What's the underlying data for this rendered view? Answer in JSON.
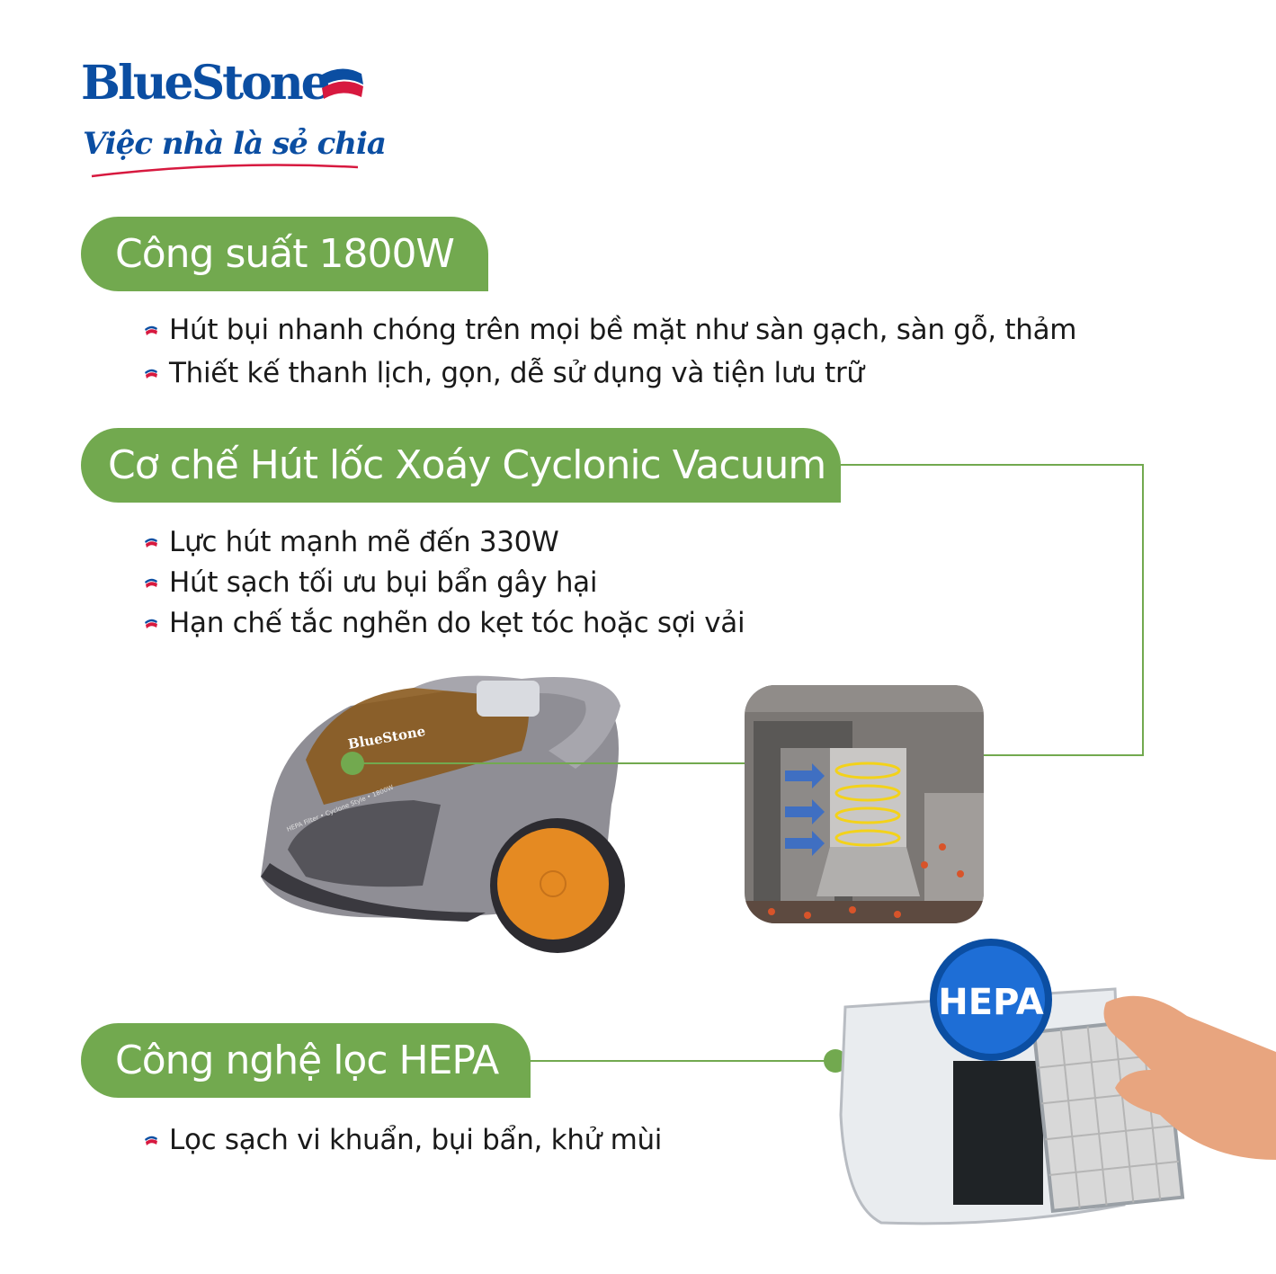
{
  "brand": {
    "name": "BlueStone",
    "slogan": "Việc nhà là sẻ chia",
    "colors": {
      "blue": "#0b4ea2",
      "red": "#d7193f",
      "green": "#72a94f"
    }
  },
  "sections": [
    {
      "title": "Công suất 1800W",
      "bullets": [
        "Hút bụi nhanh chóng trên mọi bề mặt như sàn gạch, sàn gỗ, thảm",
        "Thiết kế thanh lịch, gọn, dễ sử dụng và tiện lưu trữ"
      ]
    },
    {
      "title": "Cơ chế Hút lốc Xoáy Cyclonic Vacuum",
      "bullets": [
        "Lực hút mạnh mẽ đến 330W",
        "Hút sạch tối ưu bụi bẩn gây hại",
        "Hạn chế tắc nghẽn do kẹt tóc hoặc sợi vải"
      ]
    },
    {
      "title": "Công nghệ lọc HEPA",
      "bullets": [
        "Lọc sạch vi khuẩn, bụi bẩn, khử mùi"
      ]
    }
  ],
  "product": {
    "logo": "BlueStone",
    "side_text": "HEPA Filter • Cyclone Style • 1800W"
  },
  "hepa_badge": "HEPA"
}
